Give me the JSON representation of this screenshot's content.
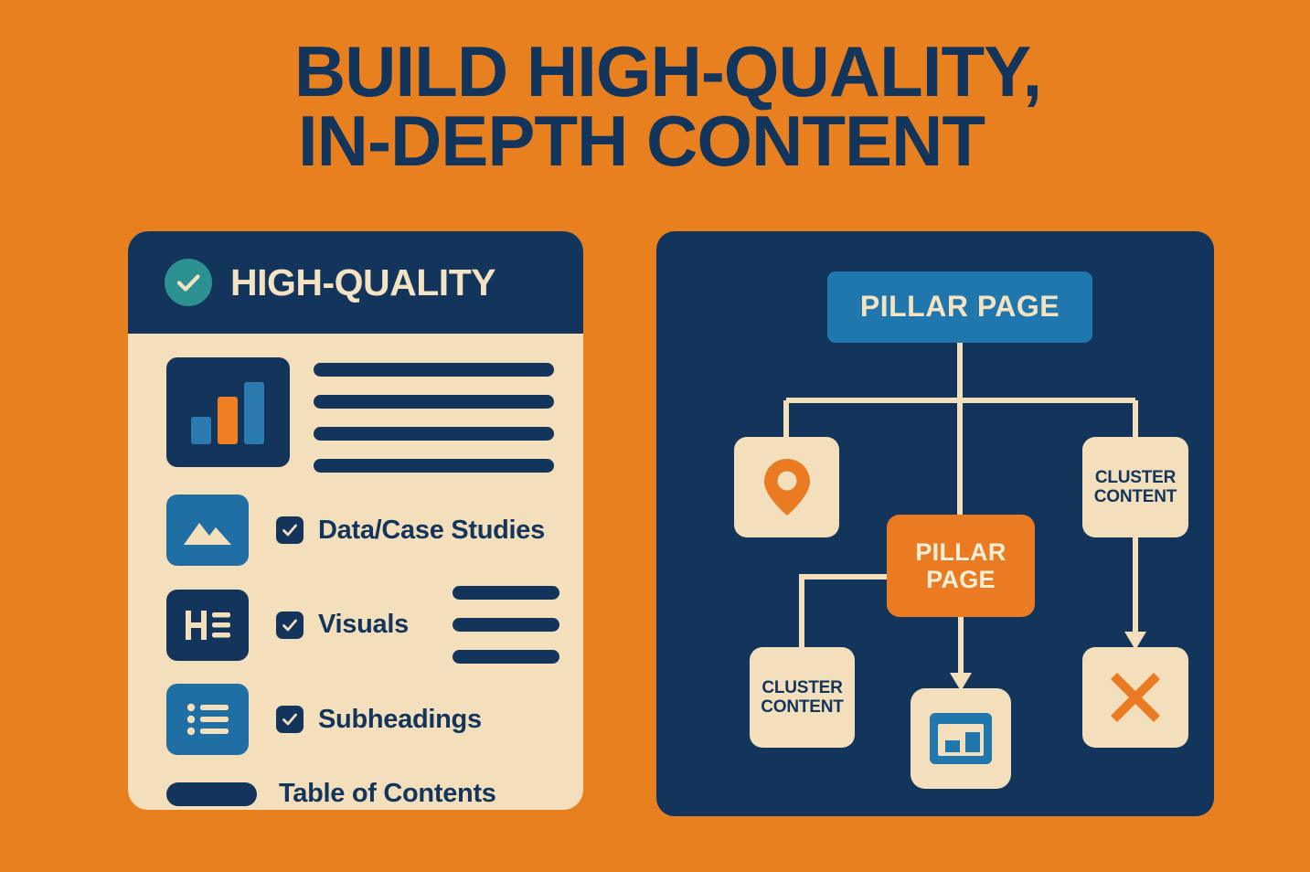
{
  "colors": {
    "background_orange": "#E8801F",
    "navy": "#13355C",
    "cream": "#F3DFBB",
    "teal": "#2C9191",
    "blue": "#1F6FA5",
    "pillar_blue": "#2077AD",
    "pillar_orange": "#EA7B23",
    "accent_orange": "#EA7B23"
  },
  "title": {
    "line1": "BUILD HIGH-QUALITY,",
    "line2": "IN-DEPTH CONTENT"
  },
  "left_card": {
    "header": {
      "badge_icon": "check-circle-icon",
      "title": "HIGH-QUALITY"
    },
    "rows": [
      {
        "icon": "bar-chart-icon",
        "type": "text-lines",
        "line_count": 4
      },
      {
        "icon": "image-icon",
        "checkbox_checked": true,
        "label": "Data/Case Studies"
      },
      {
        "icon": "heading-icon",
        "checkbox_checked": true,
        "label": "Visuals",
        "extra_line_count": 3
      },
      {
        "icon": "bulleted-list-icon",
        "checkbox_checked": true,
        "label": "Subheadings"
      },
      {
        "icon": "pill-bar",
        "label": "Table of Contents"
      }
    ]
  },
  "diagram": {
    "nodes": [
      {
        "id": "pillar-top",
        "label": "PILLAR PAGE",
        "style": "blue-box",
        "icon": null
      },
      {
        "id": "pin",
        "label": "",
        "style": "cream-box",
        "icon": "location-pin-icon"
      },
      {
        "id": "cluster-right",
        "label": "CLUSTER CONTENT",
        "style": "cream-box",
        "icon": null
      },
      {
        "id": "pillar-mid",
        "label": "PILLAR PAGE",
        "style": "orange-box",
        "icon": null
      },
      {
        "id": "cluster-left",
        "label": "CLUSTER CONTENT",
        "style": "cream-box",
        "icon": null
      },
      {
        "id": "window",
        "label": "",
        "style": "cream-box",
        "icon": "window-dashboard-icon"
      },
      {
        "id": "x-mark",
        "label": "",
        "style": "cream-box",
        "icon": "x-close-icon"
      }
    ],
    "connections": [
      {
        "from": "pillar-top",
        "to": "pin",
        "arrow": false
      },
      {
        "from": "pillar-top",
        "to": "cluster-right",
        "arrow": false
      },
      {
        "from": "pillar-top",
        "to": "pillar-mid",
        "arrow": false
      },
      {
        "from": "cluster-right",
        "to": "x-mark",
        "arrow": true
      },
      {
        "from": "pillar-mid",
        "to": "cluster-left",
        "arrow": false
      },
      {
        "from": "pillar-mid",
        "to": "window",
        "arrow": true
      }
    ]
  }
}
